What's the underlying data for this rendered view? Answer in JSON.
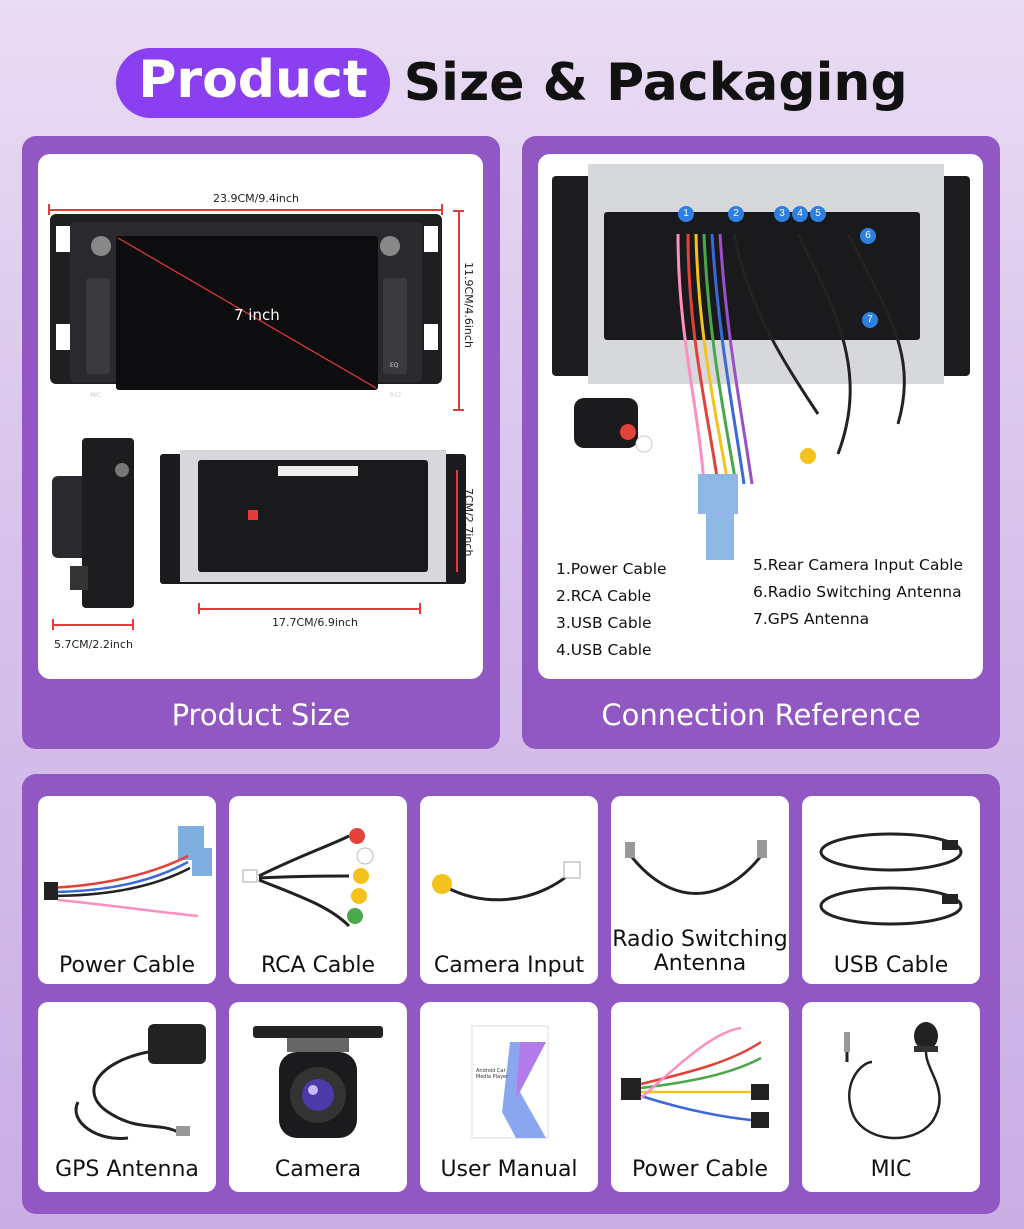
{
  "header": {
    "title_highlight": "Product",
    "title_rest": "Size & Packaging"
  },
  "product_size": {
    "caption": "Product Size",
    "width_label": "23.9CM/9.4inch",
    "height_label": "11.9CM/4.6inch",
    "screen_label": "7 inch",
    "depth_label": "5.7CM/2.2inch",
    "back_width_label": "17.7CM/6.9inch",
    "back_height_label": "7CM/2.7inch",
    "mic_label": "MIC",
    "rst_label": "RST",
    "eq_label": "EQ"
  },
  "connection": {
    "caption": "Connection Reference",
    "markers": [
      "1",
      "2",
      "3",
      "4",
      "5",
      "6",
      "7"
    ],
    "legend_left": [
      "1.Power Cable",
      "2.RCA Cable",
      "3.USB Cable",
      "4.USB Cable"
    ],
    "legend_right": [
      "5.Rear Camera Input Cable",
      "6.Radio Switching Antenna",
      "7.GPS Antenna"
    ]
  },
  "accessories": [
    {
      "label": "Power Cable"
    },
    {
      "label": "RCA Cable"
    },
    {
      "label": "Camera Input"
    },
    {
      "label": "Radio Switching\nAntenna"
    },
    {
      "label": "USB Cable"
    },
    {
      "label": "GPS Antenna"
    },
    {
      "label": "Camera"
    },
    {
      "label": "User Manual"
    },
    {
      "label": "Power Cable"
    },
    {
      "label": "MIC"
    }
  ],
  "manual_cover_text": "Android Car Media Player",
  "colors": {
    "accent": "#8a3ff0",
    "panel": "#9158c4",
    "marker": "#2f7fe0",
    "dimension_line": "#e53b3b"
  }
}
